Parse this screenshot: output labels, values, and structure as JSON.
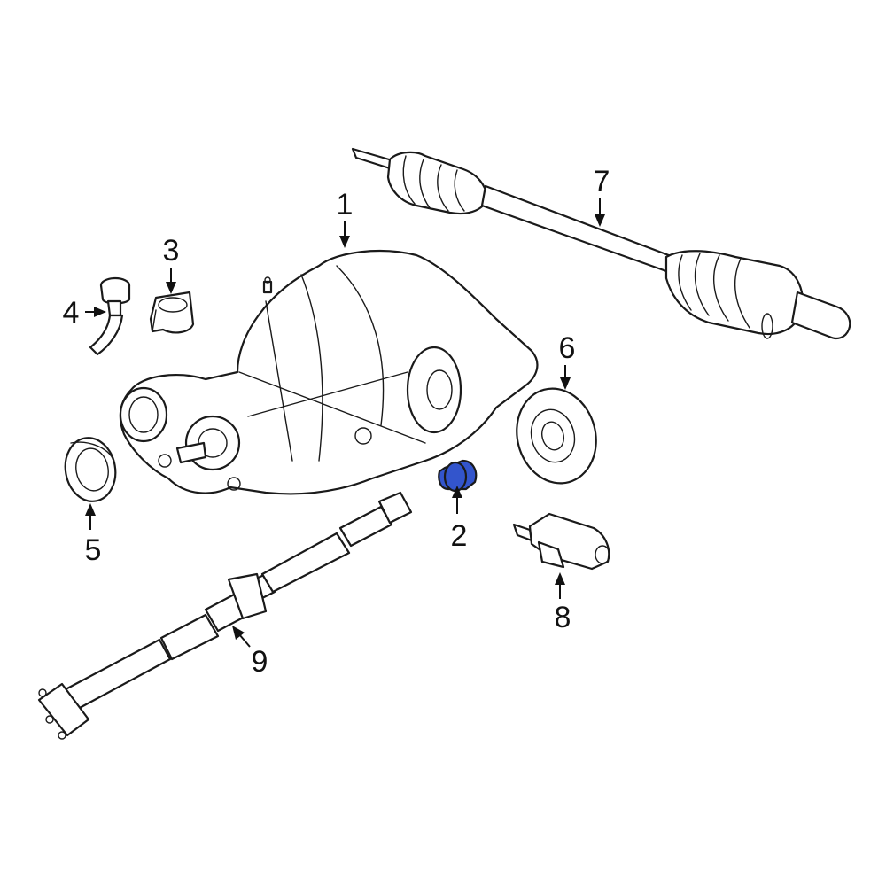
{
  "callouts": [
    {
      "id": "1",
      "label": "1"
    },
    {
      "id": "2",
      "label": "2"
    },
    {
      "id": "3",
      "label": "3"
    },
    {
      "id": "4",
      "label": "4"
    },
    {
      "id": "5",
      "label": "5"
    },
    {
      "id": "6",
      "label": "6"
    },
    {
      "id": "7",
      "label": "7"
    },
    {
      "id": "8",
      "label": "8"
    },
    {
      "id": "9",
      "label": "9"
    }
  ],
  "colors": {
    "highlight_fill": "#3355cc",
    "line": "#1a1a1a",
    "background": "#ffffff"
  }
}
